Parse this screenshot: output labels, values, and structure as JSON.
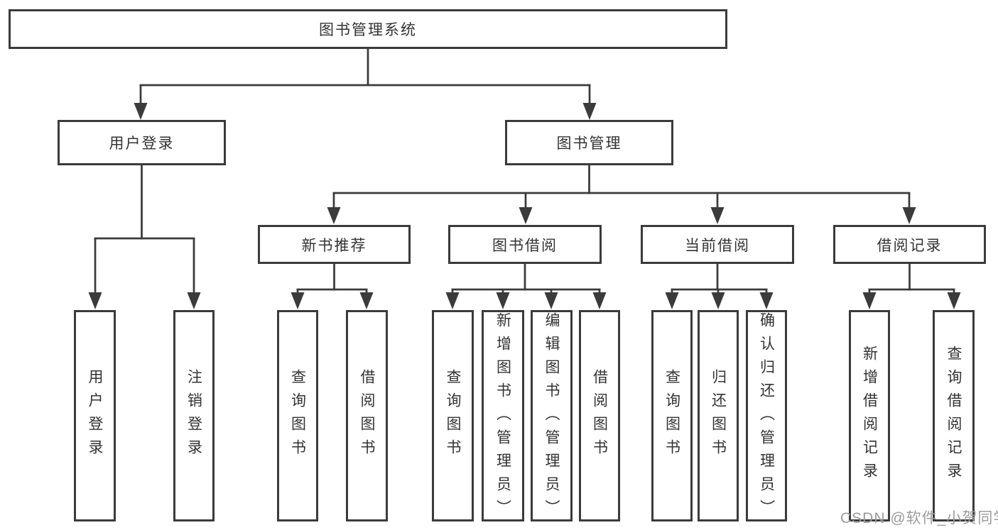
{
  "title": {
    "label": "图书管理系统"
  },
  "level2": {
    "user_login": {
      "label": "用户登录"
    },
    "book_management": {
      "label": "图书管理"
    }
  },
  "level3": {
    "new_book_recommend": {
      "label": "新书推荐"
    },
    "book_borrowing": {
      "label": "图书借阅"
    },
    "current_borrowing": {
      "label": "当前借阅"
    },
    "borrowing_records": {
      "label": "借阅记录"
    }
  },
  "leaves": {
    "user_login": [
      "用户登录",
      "注销登录"
    ],
    "new_book_recommend": [
      "查询图书",
      "借阅图书"
    ],
    "book_borrowing": [
      "查询图书",
      "新增图书（管理员）",
      "编辑图书（管理员）",
      "借阅图书"
    ],
    "current_borrowing": [
      "查询图书",
      "归还图书",
      "确认归还（管理员）"
    ],
    "borrowing_records": [
      "新增借阅记录",
      "查询借阅记录"
    ]
  },
  "colors": {
    "line": "#3b3b3b",
    "text": "#333333",
    "watermark": "#9c9c9c"
  },
  "watermark": "CSDN @软件_小贺同学"
}
